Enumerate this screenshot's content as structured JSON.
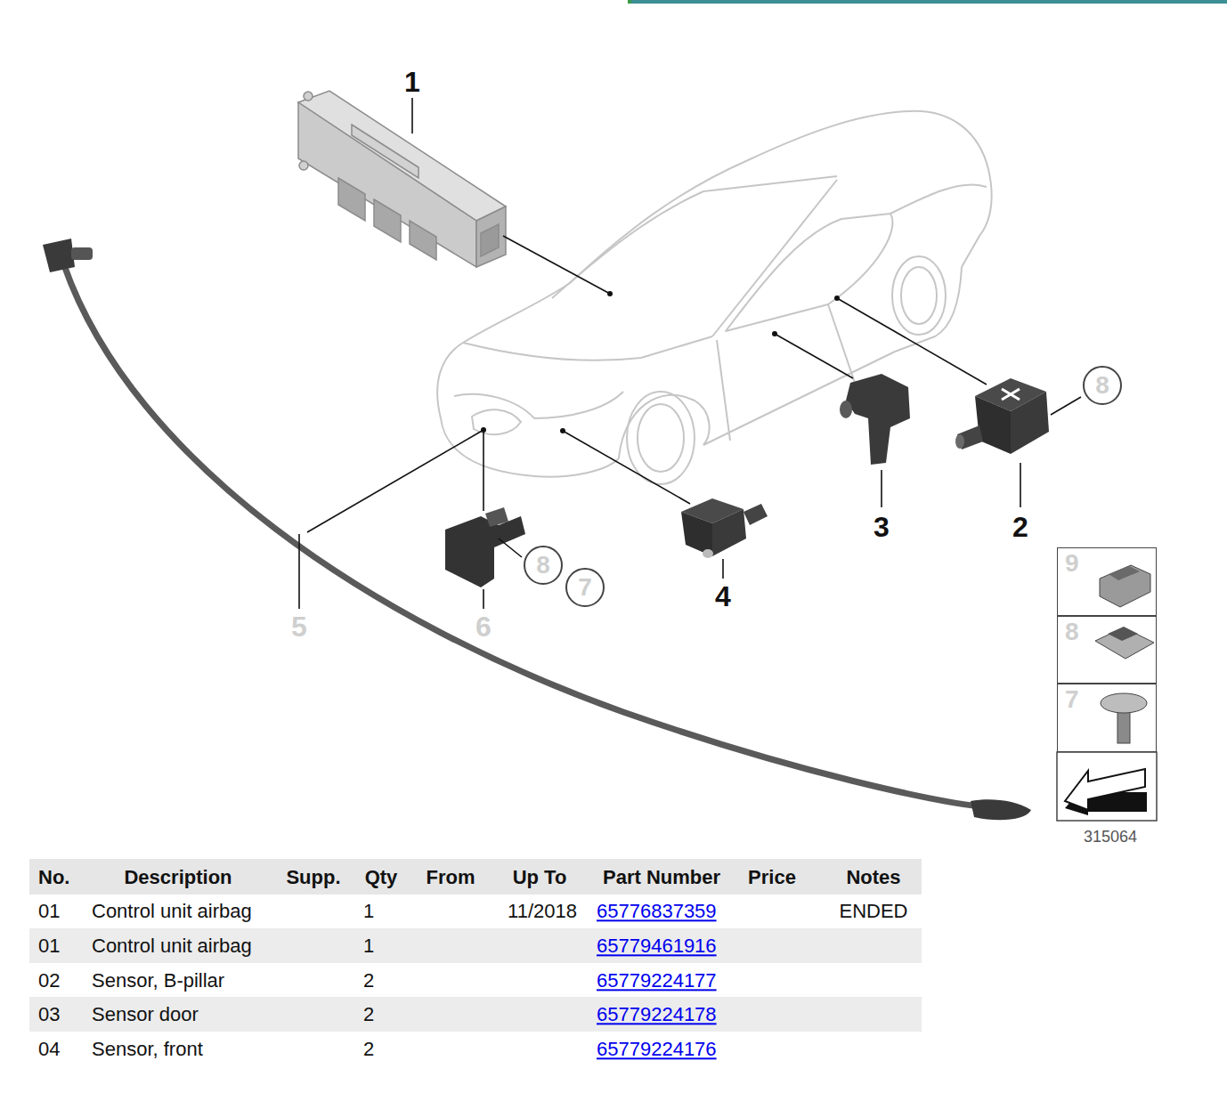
{
  "diagram": {
    "nodes": [
      {
        "text": [
          "8"
        ]
      },
      {
        "text": [
          "8"
        ]
      },
      {
        "text": [
          "7"
        ]
      },
      {
        "text": [
          "9"
        ]
      },
      {
        "text": [
          "8"
        ]
      },
      {
        "text": [
          "7"
        ]
      }
    ],
    "labels": [
      "1",
      "3",
      "2",
      "4",
      "5",
      "6",
      "315064",
      "No.",
      "Description",
      "Supp.",
      "Qty",
      "From",
      "Up To",
      "Part Number",
      "Price",
      "Notes",
      "01",
      "Control unit airbag",
      "1",
      "11/2018",
      "65776837359",
      "ENDED",
      "01",
      "Control unit airbag",
      "1",
      "65779461916",
      "02",
      "Sensor, B-pillar",
      "2",
      "65779224177",
      "03",
      "Sensor door",
      "2",
      "65779224178",
      "04",
      "Sensor, front",
      "2",
      "65779224176"
    ]
  }
}
